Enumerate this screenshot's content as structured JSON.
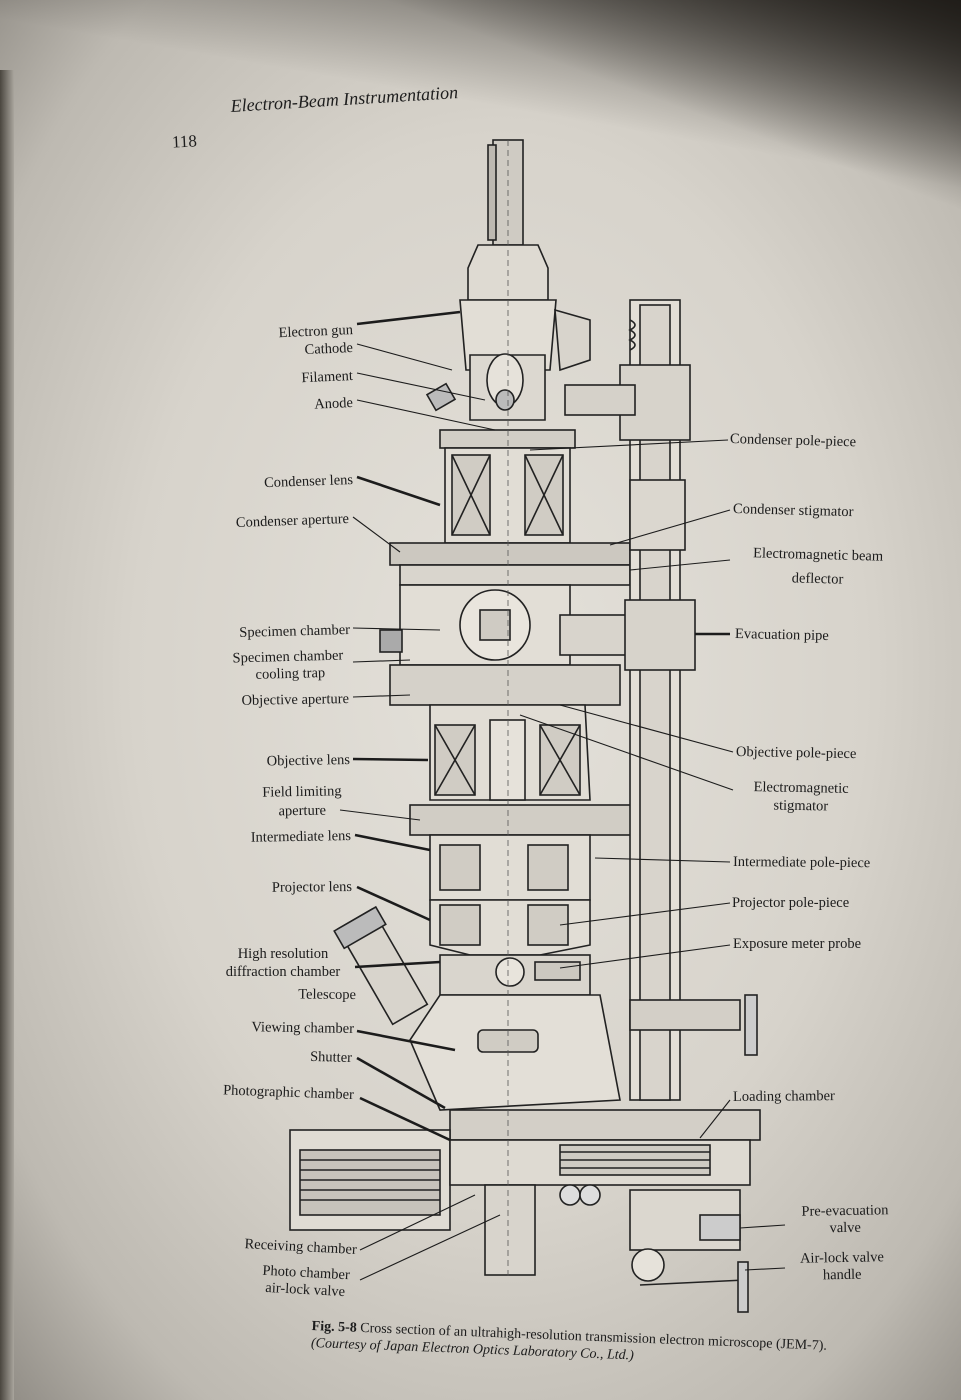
{
  "header": {
    "page_number": "118",
    "running_head": "Electron-Beam Instrumentation"
  },
  "diagram": {
    "labels_left": [
      {
        "id": "electron-gun",
        "lines": [
          "Electron gun"
        ]
      },
      {
        "id": "cathode",
        "lines": [
          "Cathode"
        ]
      },
      {
        "id": "filament",
        "lines": [
          "Filament"
        ]
      },
      {
        "id": "anode",
        "lines": [
          "Anode"
        ]
      },
      {
        "id": "condenser-lens",
        "lines": [
          "Condenser lens"
        ]
      },
      {
        "id": "condenser-aperture",
        "lines": [
          "Condenser aperture"
        ]
      },
      {
        "id": "specimen-chamber",
        "lines": [
          "Specimen chamber"
        ]
      },
      {
        "id": "specimen-cooling-trap",
        "lines": [
          "Specimen chamber",
          "cooling trap"
        ]
      },
      {
        "id": "objective-aperture",
        "lines": [
          "Objective aperture"
        ]
      },
      {
        "id": "objective-lens",
        "lines": [
          "Objective lens"
        ]
      },
      {
        "id": "field-limiting-aperture",
        "lines": [
          "Field limiting",
          "aperture"
        ]
      },
      {
        "id": "intermediate-lens",
        "lines": [
          "Intermediate lens"
        ]
      },
      {
        "id": "projector-lens",
        "lines": [
          "Projector lens"
        ]
      },
      {
        "id": "diffraction-chamber",
        "lines": [
          "High resolution",
          "diffraction chamber"
        ]
      },
      {
        "id": "telescope",
        "lines": [
          "Telescope"
        ]
      },
      {
        "id": "viewing-chamber",
        "lines": [
          "Viewing chamber"
        ]
      },
      {
        "id": "shutter",
        "lines": [
          "Shutter"
        ]
      },
      {
        "id": "photographic-chamber",
        "lines": [
          "Photographic chamber"
        ]
      },
      {
        "id": "receiving-chamber",
        "lines": [
          "Receiving chamber"
        ]
      },
      {
        "id": "photo-chamber-valve",
        "lines": [
          "Photo chamber",
          "air-lock valve"
        ]
      }
    ],
    "labels_right": [
      {
        "id": "condenser-pole-piece",
        "lines": [
          "Condenser pole-piece"
        ]
      },
      {
        "id": "condenser-stigmator",
        "lines": [
          "Condenser stigmator"
        ]
      },
      {
        "id": "beam-deflector",
        "lines": [
          "Electromagnetic beam",
          "deflector"
        ]
      },
      {
        "id": "evacuation-pipe",
        "lines": [
          "Evacuation pipe"
        ]
      },
      {
        "id": "objective-pole-piece",
        "lines": [
          "Objective pole-piece"
        ]
      },
      {
        "id": "em-stigmator",
        "lines": [
          "Electromagnetic",
          "stigmator"
        ]
      },
      {
        "id": "intermediate-pole-piece",
        "lines": [
          "Intermediate pole-piece"
        ]
      },
      {
        "id": "projector-pole-piece",
        "lines": [
          "Projector pole-piece"
        ]
      },
      {
        "id": "exposure-meter-probe",
        "lines": [
          "Exposure meter probe"
        ]
      },
      {
        "id": "loading-chamber",
        "lines": [
          "Loading chamber"
        ]
      },
      {
        "id": "pre-evacuation-valve",
        "lines": [
          "Pre-evacuation",
          "valve"
        ]
      },
      {
        "id": "air-lock-valve-handle",
        "lines": [
          "Air-lock valve",
          "handle"
        ]
      }
    ]
  },
  "caption": {
    "figure": "Fig. 5-8",
    "text": "Cross section of an ultrahigh-resolution transmission electron microscope (JEM-7).",
    "credit": "(Courtesy of Japan Electron Optics Laboratory Co., Ltd.)"
  }
}
